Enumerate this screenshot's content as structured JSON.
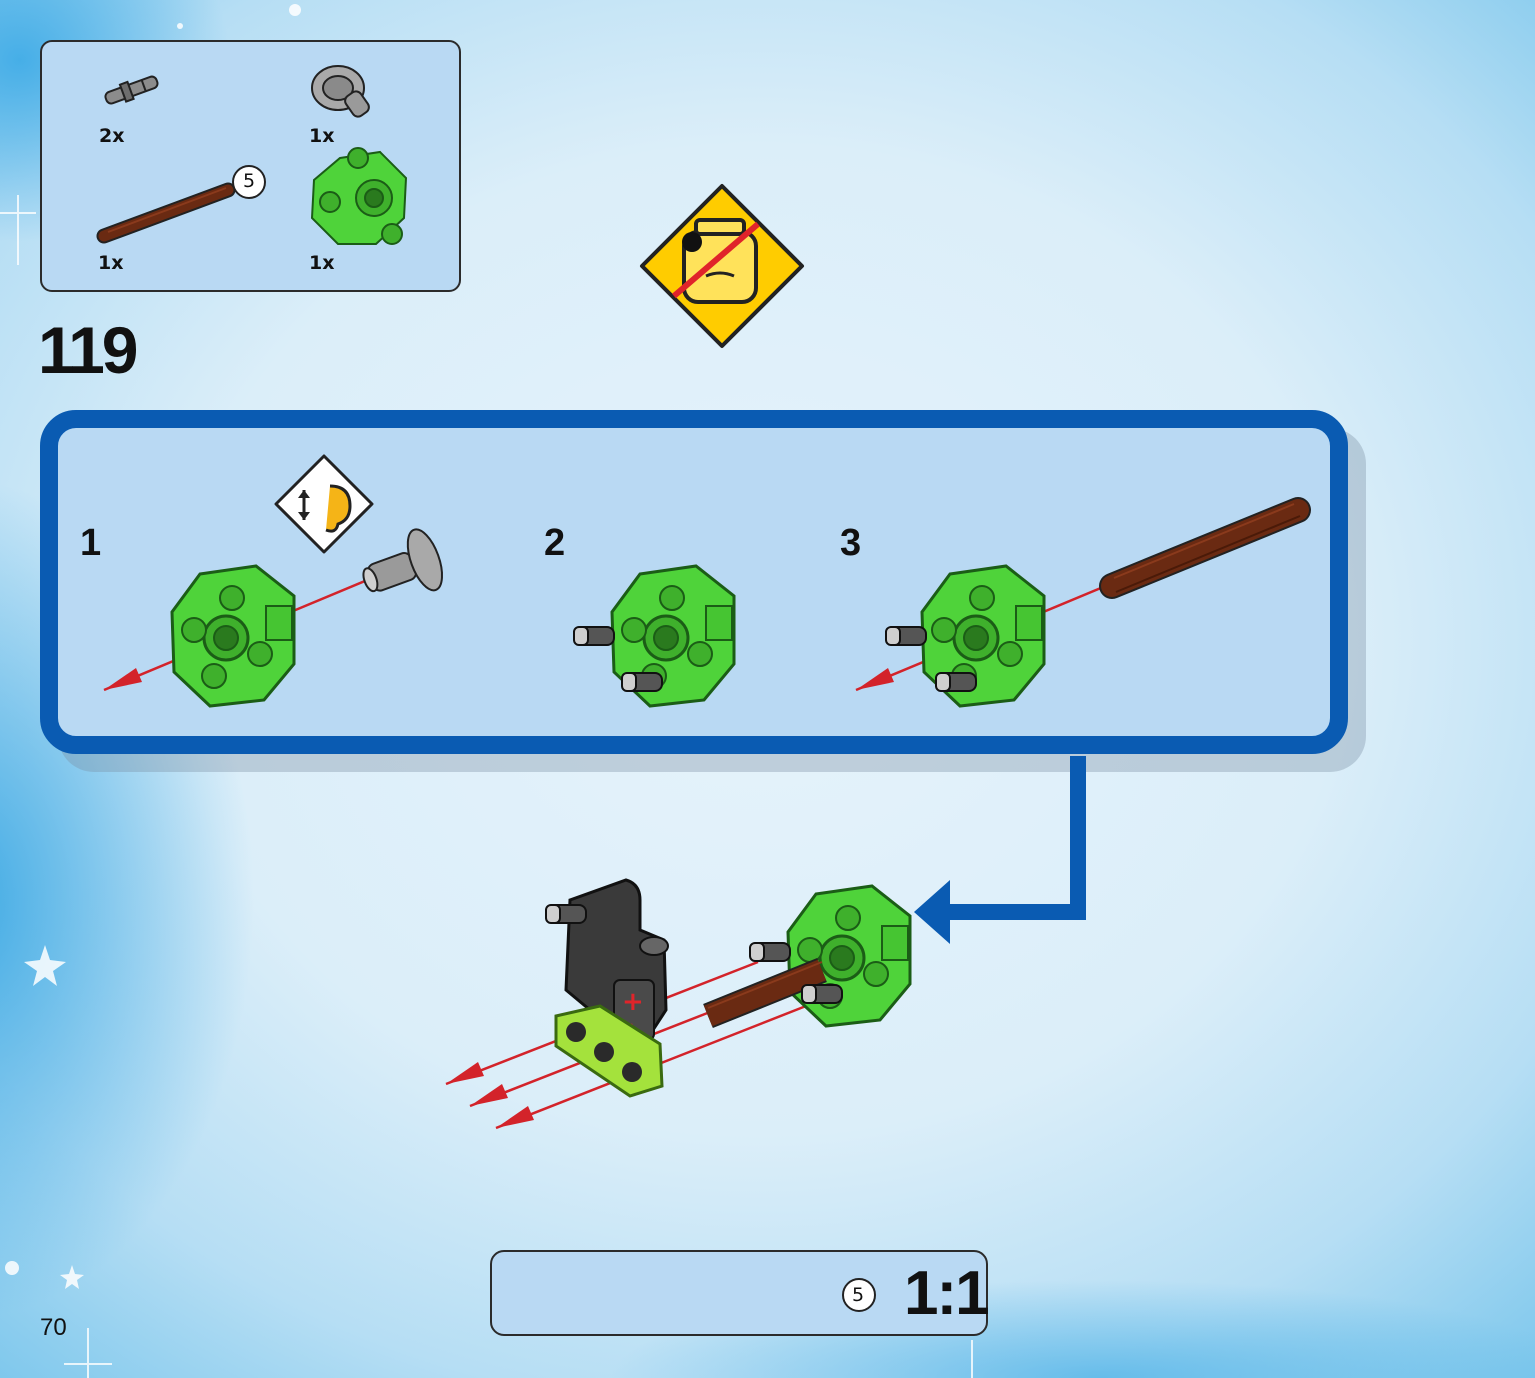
{
  "parts_list": {
    "items": [
      {
        "name": "grey-axle-pin",
        "qty": "2x"
      },
      {
        "name": "grey-pin-with-bush",
        "qty": "1x"
      },
      {
        "name": "brown-axle-5",
        "qty": "1x",
        "length_callout": "5"
      },
      {
        "name": "green-hub",
        "qty": "1x"
      }
    ]
  },
  "step": {
    "number": "119"
  },
  "warning_icon": "no-small-parts-choking-hazard-icon",
  "substeps": [
    {
      "number": "1",
      "icon": "click-sound-ear-icon"
    },
    {
      "number": "2"
    },
    {
      "number": "3"
    }
  ],
  "scale_reference": {
    "length_callout": "5",
    "ratio": "1:1"
  },
  "page": {
    "number": "70"
  },
  "colors": {
    "panel_border": "#0a5bb2",
    "panel_fill": "#b9d9f3",
    "part_green": "#4fd33a",
    "axle_brown": "#6a2a12",
    "arrow_red": "#d3232a",
    "warning_yellow": "#ffcc00"
  }
}
